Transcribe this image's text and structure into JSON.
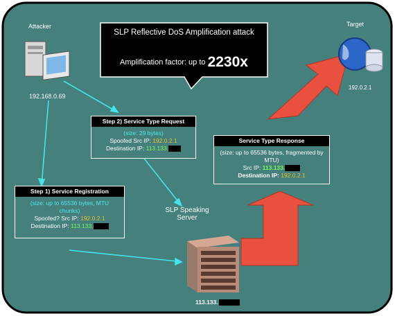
{
  "callout": {
    "title": "SLP Reflective DoS Amplification attack",
    "amp_prefix": "Amplification factor: up to",
    "amp_value": "2230x"
  },
  "attacker": {
    "label": "Attacker",
    "ip": "192.168.0.69"
  },
  "target": {
    "label": "Target",
    "ip": "192.0.2.1"
  },
  "server": {
    "label_line1": "SLP Speaking",
    "label_line2": "Server",
    "ip": "113.133."
  },
  "step1": {
    "title": "Step 1) Service Registration",
    "size_line1": "(size: up to 65536 bytes, MTU",
    "size_line2": "chunks)",
    "src_label": "Spoofed? Src IP:",
    "src_ip": "192.0.2.1",
    "dst_label": "Destination IP:",
    "dst_ip": "113.133."
  },
  "step2": {
    "title": "Step 2) Service Type Request",
    "size": "(size: 29 bytes)",
    "src_label": "Spoofed Src IP:",
    "src_ip": "192.0.2.1",
    "dst_label": "Destination IP:",
    "dst_ip": "113.133."
  },
  "response": {
    "title": "Service Type Response",
    "size_line1": "(size: up to 65536 bytes, fragmented by",
    "size_line2": "MTU)",
    "src_label": "Src IP:",
    "src_ip": "113.133.",
    "dst_label": "Destination IP:",
    "dst_ip": "192.0.2.1"
  },
  "colors": {
    "background": "#46807c",
    "arrow": "#e8513f",
    "flow_line": "#44e4ea",
    "ip_green": "#79f95a",
    "ip_yellow": "#e2c231"
  }
}
